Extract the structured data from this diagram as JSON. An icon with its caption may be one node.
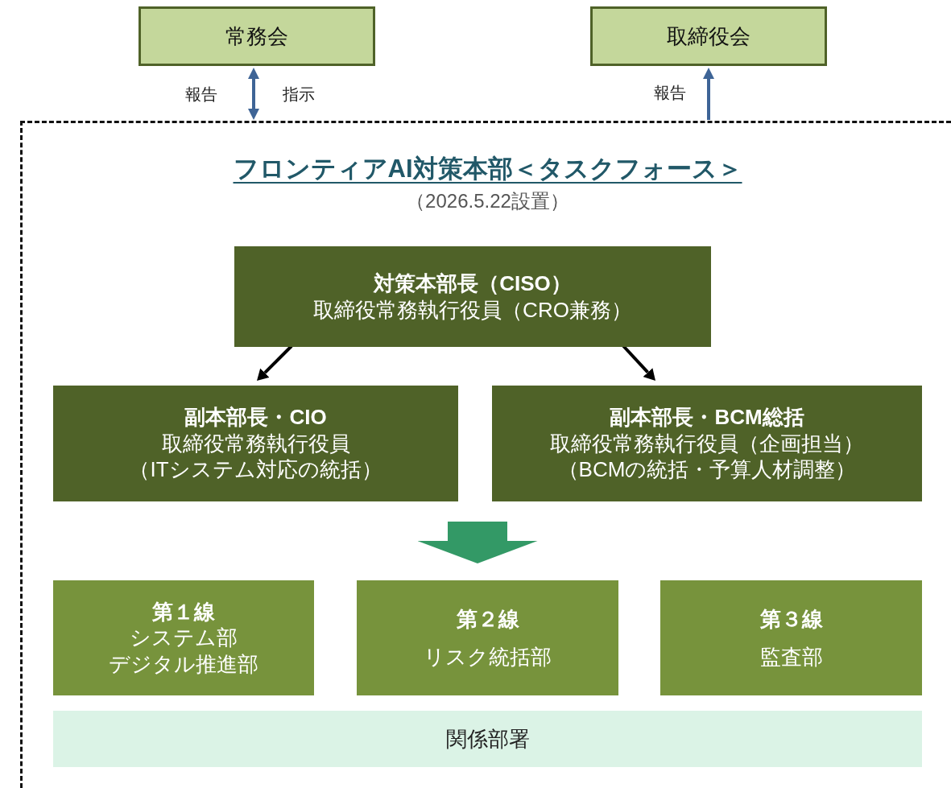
{
  "diagram": {
    "nodes": [
      {
        "text": [
          "常務会"
        ]
      },
      {
        "text": [
          "取締役会"
        ]
      },
      {
        "text": [
          "フロンティアAI対策本部＜タスクフォース＞",
          "（2026.5.22設置）"
        ]
      },
      {
        "text": [
          "対策本部長（CISO）",
          "取締役常務執行役員（CRO兼務）"
        ],
        "in": 2
      },
      {
        "text": [
          "副本部長・CIO",
          "取締役常務執行役員",
          "（ITシステム対応の統括）"
        ],
        "in": 2
      },
      {
        "text": [
          "副本部長・BCM総括",
          "取締役常務執行役員（企画担当）",
          "（BCMの統括・予算人材調整）"
        ],
        "in": 2
      },
      {
        "text": [
          "第１線",
          "システム部",
          "デジタル推進部"
        ],
        "in": 2
      },
      {
        "text": [
          "第２線",
          "リスク統括部"
        ],
        "in": 2
      },
      {
        "text": [
          "第３線",
          "監査部"
        ],
        "in": 2
      },
      {
        "text": [
          "関係部署"
        ],
        "in": 2
      }
    ],
    "edges": [
      {
        "from": 2,
        "to": 0,
        "arrow": "both",
        "label": "報告",
        "color": "#3e6496"
      },
      {
        "from": 2,
        "to": 1,
        "arrow": "to",
        "label": "報告",
        "color": "#3e6496"
      },
      {
        "from": 3,
        "to": 4,
        "arrow": "to",
        "color": "#000000"
      },
      {
        "from": 3,
        "to": 5,
        "arrow": "to",
        "color": "#000000"
      },
      {
        "from": null,
        "to": 7,
        "arrow": "to",
        "style": "thick",
        "color": "#339966"
      }
    ],
    "labels": [
      "指示"
    ]
  }
}
